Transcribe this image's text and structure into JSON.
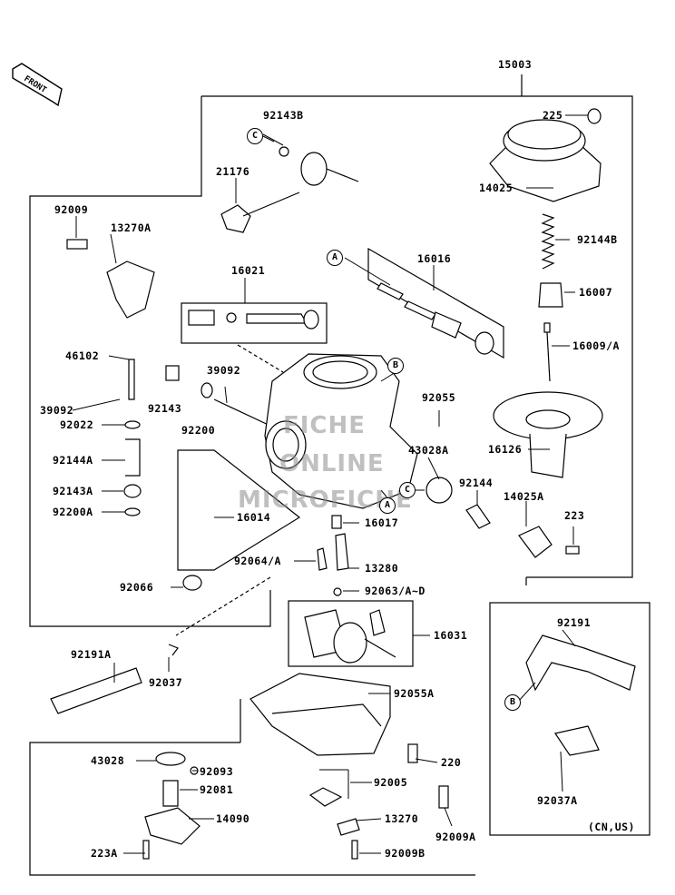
{
  "diagram": {
    "watermark_lines": [
      "FICHE",
      "ONLINE",
      "MICROFICHE"
    ],
    "front_label": "FRONT",
    "region_note": "(CN,US)",
    "circle_markers": [
      "A",
      "B",
      "C"
    ],
    "part_labels": {
      "p15003": "15003",
      "p225": "225",
      "p14025": "14025",
      "p92143B": "92143B",
      "p21176": "21176",
      "p92009": "92009",
      "p13270A": "13270A",
      "p92144B": "92144B",
      "p16021": "16021",
      "p16016": "16016",
      "p16007": "16007",
      "p16009A": "16009/A",
      "p46102": "46102",
      "p39092a": "39092",
      "p92143": "92143",
      "p39092b": "39092",
      "p92200": "92200",
      "p92055": "92055",
      "p92022": "92022",
      "p43028A": "43028A",
      "p16126": "16126",
      "p92144A": "92144A",
      "p92144": "92144",
      "p14025A": "14025A",
      "p92143A": "92143A",
      "p92200A": "92200A",
      "p16014": "16014",
      "p16017": "16017",
      "p223": "223",
      "p92064A": "92064/A",
      "p13280": "13280",
      "p92066": "92066",
      "p92063A": "92063/A~D",
      "p16031": "16031",
      "p92191": "92191",
      "p92191A": "92191A",
      "p92037": "92037",
      "p92055A": "92055A",
      "p43028": "43028",
      "p92093": "92093",
      "p220": "220",
      "p92081": "92081",
      "p92005": "92005",
      "p92037A": "92037A",
      "p14090": "14090",
      "p13270": "13270",
      "p92009A": "92009A",
      "p223A": "223A",
      "p92009B": "92009B"
    }
  }
}
